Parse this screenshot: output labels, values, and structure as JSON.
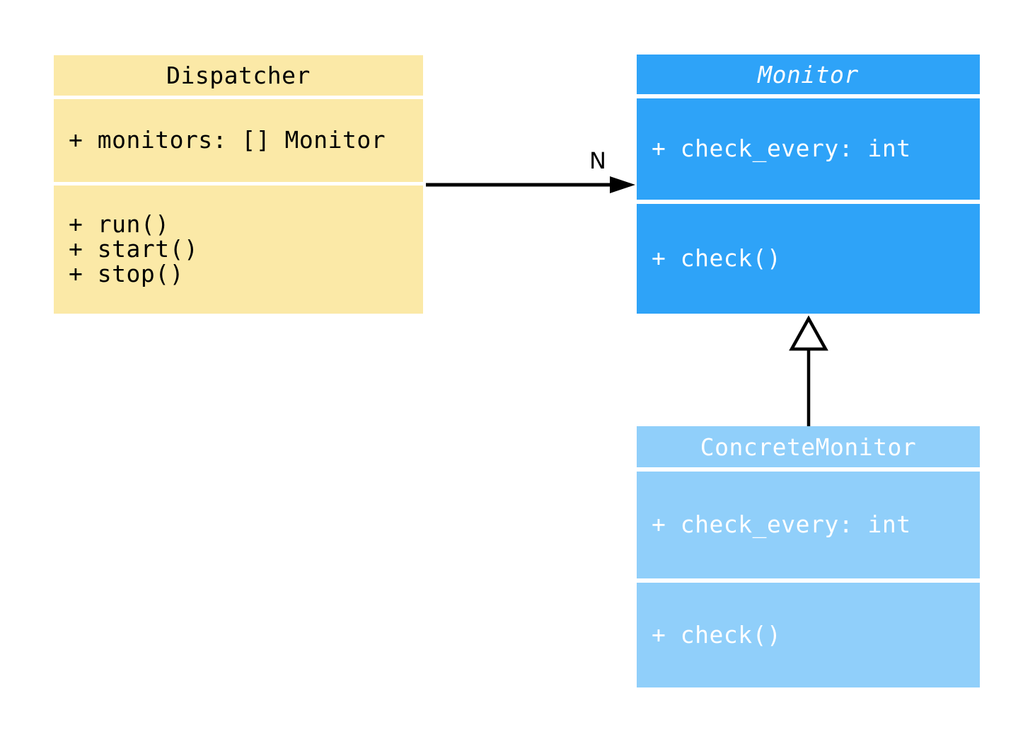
{
  "canvas": {
    "background": "#ffffff"
  },
  "colors": {
    "dispatcher_fill": "#FBE9A7",
    "monitor_fill": "#2EA3F8",
    "concrete_monitor_fill": "#90CFFA",
    "arrow_color": "#000000",
    "dark_text": "#000000",
    "light_text": "#ffffff"
  },
  "classes": [
    {
      "name": "Dispatcher",
      "abstract": false,
      "fill": "#FBE9A7",
      "text_color": "#000000",
      "attributes": [
        "+ monitors: [] Monitor"
      ],
      "methods": [
        "+ run()",
        "+ start()",
        "+ stop()"
      ]
    },
    {
      "name": "Monitor",
      "abstract": true,
      "fill": "#2EA3F8",
      "text_color": "#ffffff",
      "attributes": [
        "+ check_every: int"
      ],
      "methods": [
        "+ check()"
      ]
    },
    {
      "name": "ConcreteMonitor",
      "abstract": false,
      "fill": "#90CFFA",
      "text_color": "#ffffff",
      "attributes": [
        "+ check_every: int"
      ],
      "methods": [
        "+ check()"
      ]
    }
  ],
  "relations": [
    {
      "type": "association",
      "from": "Dispatcher",
      "to": "Monitor",
      "label": "N",
      "arrowhead": "filled-triangle",
      "color": "#000000"
    },
    {
      "type": "inheritance",
      "from": "ConcreteMonitor",
      "to": "Monitor",
      "label": "",
      "arrowhead": "hollow-triangle",
      "color": "#000000"
    }
  ]
}
